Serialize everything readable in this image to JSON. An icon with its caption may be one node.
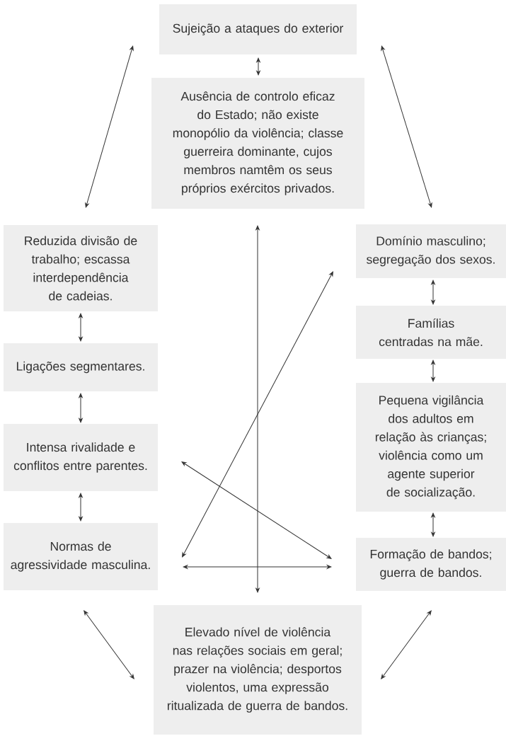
{
  "diagram": {
    "nodes": [
      {
        "text": [
          "Sujeição a ataques do exterior"
        ]
      },
      {
        "text": [
          "Ausência de controlo eficaz do Estado; não existe monopólio da violência; classe guerreira dominante, cujos membros namtêm os seus próprios exércitos privados."
        ]
      },
      {
        "text": [
          "Reduzida divisão de trabalho; escassa interdependência de cadeias."
        ]
      },
      {
        "text": [
          "Ligações segmentares."
        ]
      },
      {
        "text": [
          "Intensa rivalidade e conflitos entre parentes."
        ]
      },
      {
        "text": [
          "Normas de agressividade masculina."
        ]
      },
      {
        "text": [
          "Domínio masculino; segregação dos sexos."
        ]
      },
      {
        "text": [
          "Famílias centradas na mãe."
        ]
      },
      {
        "text": [
          "Pequena vigilância dos adultos em relação às crianças; violência como um agente superior de socialização."
        ]
      },
      {
        "text": [
          "Formação de bandos; guerra de bandos."
        ]
      },
      {
        "text": [
          "Elevado nível de violência nas relações sociais em geral; prazer na violência; desportos violentos, uma expressão ritualizada de guerra de bandos."
        ]
      }
    ],
    "edges": [
      {
        "from": 0,
        "to": 1,
        "arrow": "both"
      },
      {
        "from": 0,
        "to": 2,
        "arrow": "both"
      },
      {
        "from": 0,
        "to": 6,
        "arrow": "both"
      },
      {
        "from": 2,
        "to": 3,
        "arrow": "both"
      },
      {
        "from": 3,
        "to": 4,
        "arrow": "both"
      },
      {
        "from": 4,
        "to": 5,
        "arrow": "both"
      },
      {
        "from": 6,
        "to": 7,
        "arrow": "both"
      },
      {
        "from": 7,
        "to": 8,
        "arrow": "both"
      },
      {
        "from": 8,
        "to": 9,
        "arrow": "both"
      },
      {
        "from": 5,
        "to": 10,
        "arrow": "both"
      },
      {
        "from": 9,
        "to": 10,
        "arrow": "both"
      },
      {
        "from": 1,
        "to": 10,
        "arrow": "both"
      },
      {
        "from": 5,
        "to": 6,
        "arrow": "both"
      },
      {
        "from": 4,
        "to": 9,
        "arrow": "both"
      },
      {
        "from": 5,
        "to": 9,
        "arrow": "both"
      }
    ]
  }
}
